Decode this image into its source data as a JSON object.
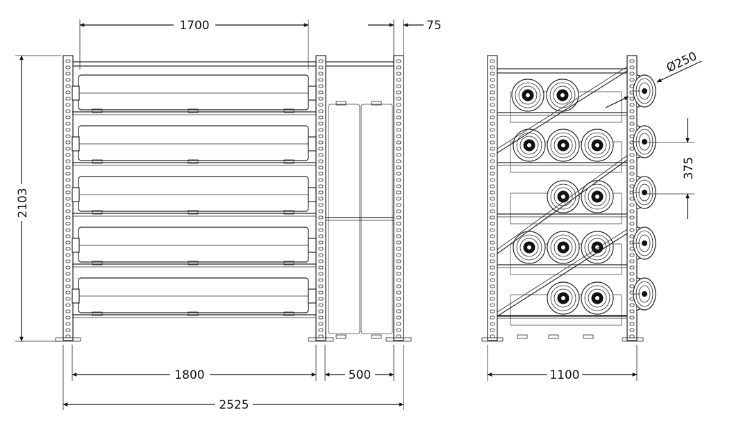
{
  "drawing": {
    "front_view": {
      "dimensions": {
        "top_width": "1700",
        "upright_width": "75",
        "height": "2103",
        "bay_width": "1800",
        "side_bay_width": "500",
        "overall_width": "2525"
      },
      "roll_shelves": 5
    },
    "side_view": {
      "dimensions": {
        "roll_diameter": "Ø250",
        "level_pitch": "375",
        "depth": "1100"
      },
      "roll_rows": [
        2,
        3,
        2,
        3,
        2
      ],
      "outside_rolls": 5
    }
  }
}
